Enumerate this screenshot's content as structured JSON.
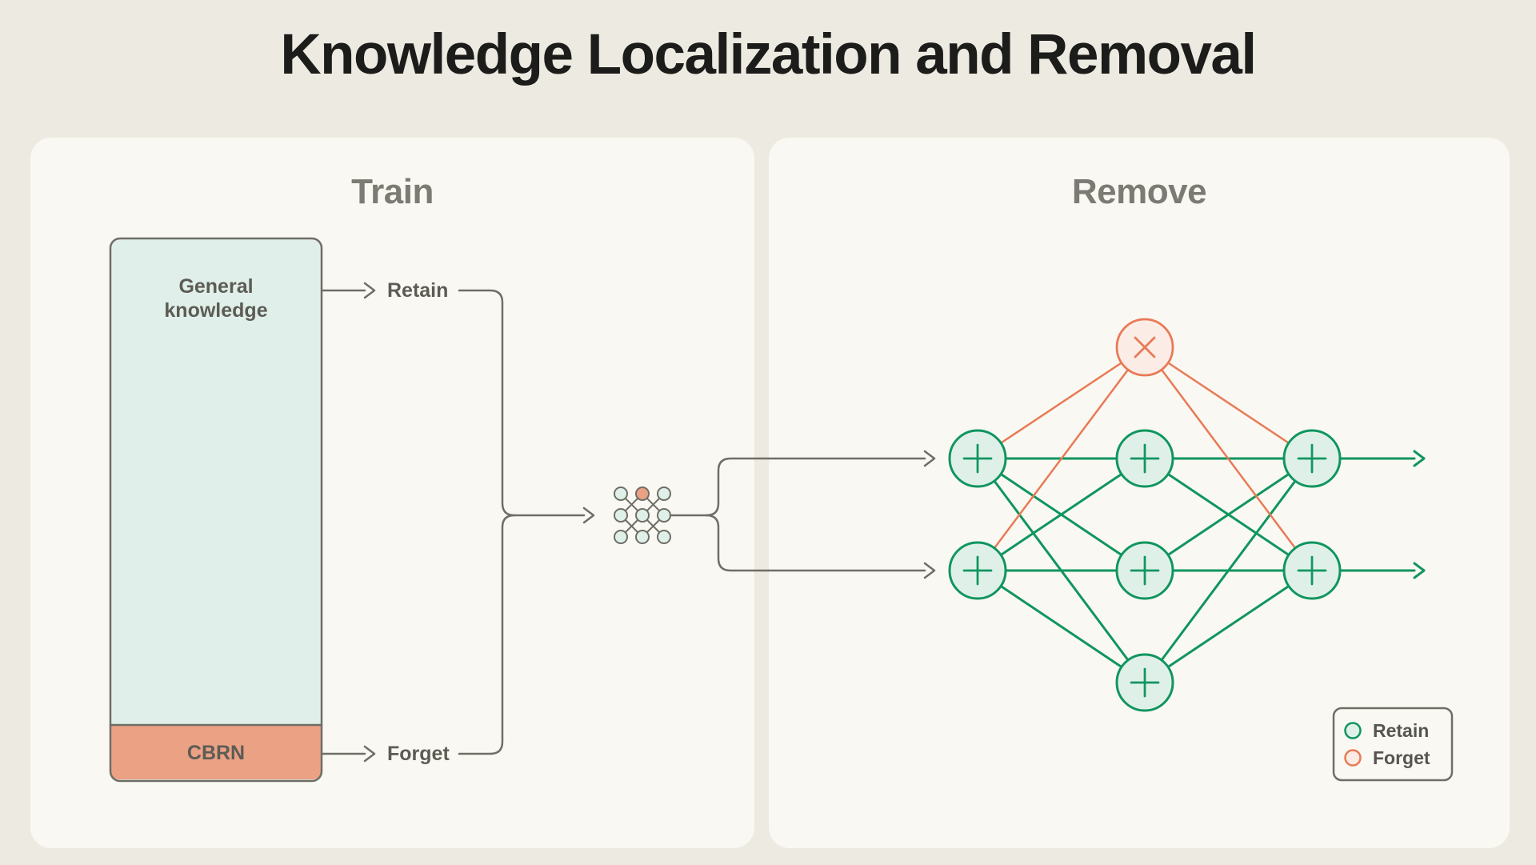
{
  "title": "Knowledge Localization and Removal",
  "train_panel": {
    "title": "Train",
    "data_stack": {
      "top_segment_label_lines": [
        "General",
        "knowledge"
      ],
      "top_segment_color": "#dff0e9",
      "bottom_segment_label": "CBRN",
      "bottom_segment_color": "#eba184"
    },
    "retain_label": "Retain",
    "forget_label": "Forget",
    "weights_grid_icon": {
      "rows": 3,
      "cols": 3,
      "highlighted_cell": "top-middle",
      "highlight_color": "#eba184",
      "cell_color": "#dff0e9"
    }
  },
  "remove_panel": {
    "title": "Remove",
    "network": {
      "input_nodes": 2,
      "middle_nodes_retained": 3,
      "middle_nodes_removed": 1,
      "output_nodes": 2,
      "retain_node_symbol": "+",
      "removed_node_symbol": "×"
    },
    "legend": {
      "items": [
        {
          "label": "Retain",
          "color": "#10955f"
        },
        {
          "label": "Forget",
          "color": "#e87a56"
        }
      ]
    }
  },
  "colors": {
    "page_background": "#edeae1",
    "panel_background": "#faf8f2",
    "retain_green": "#10955f",
    "forget_salmon": "#e87a56",
    "mint_fill": "#dff0e9",
    "salmon_fill": "#eba184",
    "connector_gray": "#6e6e66",
    "label_gray": "#5c5c55",
    "panel_title_gray": "#7b7b73",
    "title_black": "#1c1c1a"
  }
}
